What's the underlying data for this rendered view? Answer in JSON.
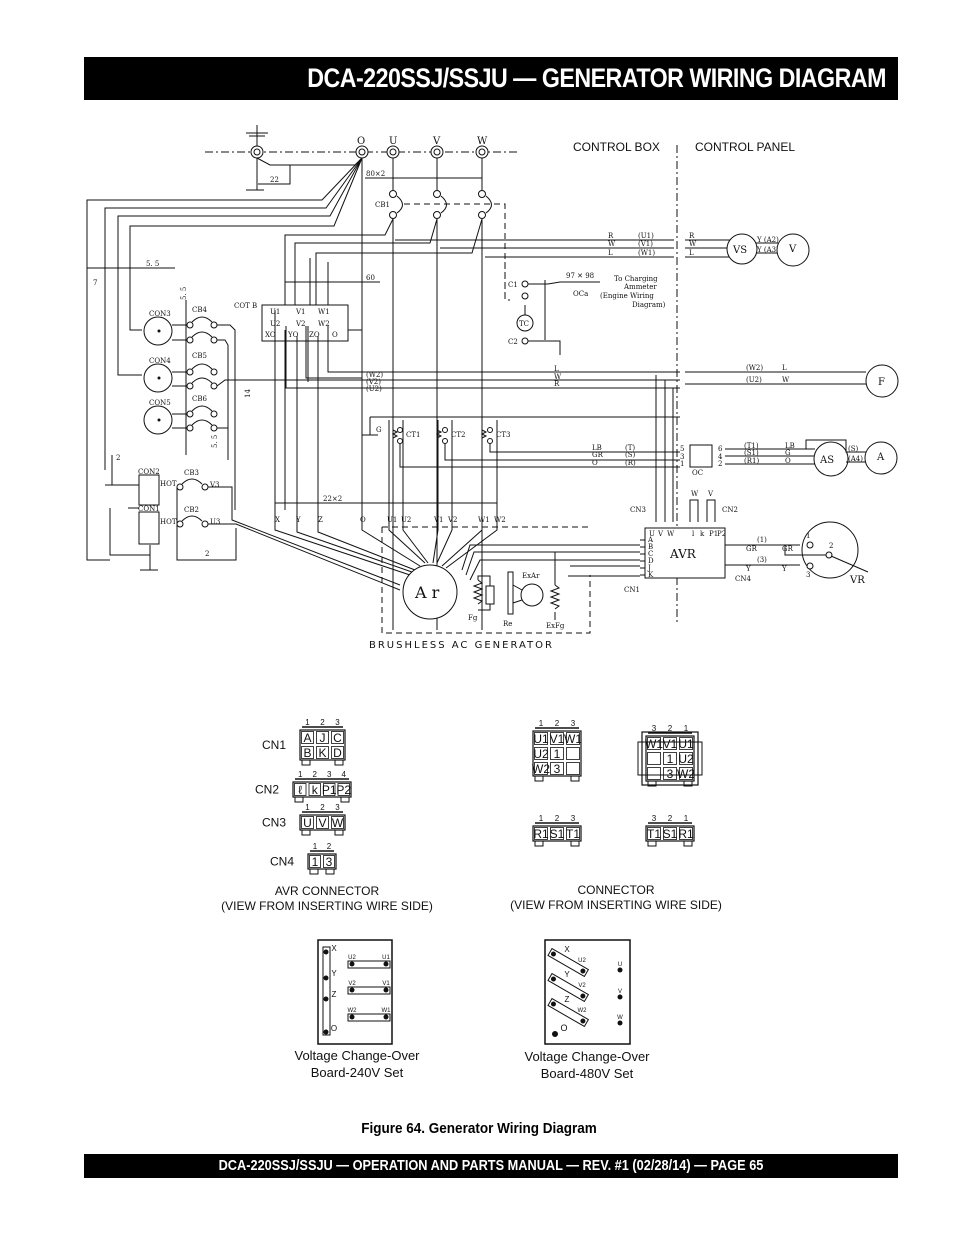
{
  "header": {
    "title": "DCA-220SSJ/SSJU — GENERATOR WIRING DIAGRAM"
  },
  "footer": {
    "text": "DCA-220SSJ/SSJU —  OPERATION AND PARTS MANUAL — REV. #1  (02/28/14) — PAGE 65"
  },
  "caption": "Figure 64. Generator Wiring Diagram",
  "diagram": {
    "control_box": "CONTROL BOX",
    "control_panel": "CONTROL PANEL",
    "term_O": "O",
    "term_U": "U",
    "term_V": "V",
    "term_W": "W",
    "dim_22": "22",
    "dim_80x2": "80×2",
    "dim_55a": "5. 5",
    "dim_55b": "5. 5",
    "dim_55c": "5. 5",
    "dim_7": "7",
    "dim_60": "60",
    "dim_14": "14",
    "dim_22x2": "22×2",
    "dim_2a": "2",
    "dim_2b": "2",
    "cb1": "CB1",
    "cb2": "CB2",
    "cb3": "CB3",
    "cb4": "CB4",
    "cb5": "CB5",
    "cb6": "CB6",
    "con1": "CON1",
    "con2": "CON2",
    "con3": "CON3",
    "con4": "CON4",
    "con5": "CON5",
    "hot1": "HOT",
    "hot2": "HOT",
    "v3": "V3",
    "u3": "U3",
    "cotb": "COT B",
    "cot_u1": "U1",
    "cot_v1": "V1",
    "cot_w1": "W1",
    "cot_u2": "U2",
    "cot_v2": "V2",
    "cot_w2": "W2",
    "cot_x": "XO",
    "cot_y": "YO",
    "cot_z": "ZO",
    "cot_o": "O",
    "c1": "C1",
    "c2": "C2",
    "tc": "TC",
    "oca_num": "97 ✕ 98",
    "oca": "OCa",
    "charging": [
      "To Charging",
      "Ammeter",
      "(Engine Wiring",
      "Diagram)"
    ],
    "top_lines": [
      "R",
      "W",
      "L"
    ],
    "top_codes": [
      "(U1)",
      "(V1)",
      "(W1)"
    ],
    "top_panel": [
      "R",
      "W",
      "L"
    ],
    "vs": "VS",
    "vs_out": [
      "Y (A2)",
      "Y (A3)"
    ],
    "voltmeter": "V",
    "mid_lines": [
      "L",
      "W",
      "R"
    ],
    "mid_codes": [
      "(W2)",
      "(V2)",
      "(U2)"
    ],
    "f_codes": [
      "(W2)",
      "(U2)"
    ],
    "f_panel": [
      "L",
      "W"
    ],
    "freq": "F",
    "ct": [
      "CT1",
      "CT2",
      "CT3"
    ],
    "ct_g": "G",
    "ct_lines": [
      "LB",
      "GR",
      "O"
    ],
    "ct_codes": [
      "(T)",
      "(S)",
      "(R)"
    ],
    "oc": "OC",
    "oc_in": [
      "5",
      "3",
      "1"
    ],
    "oc_out": [
      "6",
      "4",
      "2"
    ],
    "as_codes": [
      "(T1)",
      "(S1)",
      "(R1)"
    ],
    "as_panel": [
      "LB",
      "G",
      "O"
    ],
    "as": "AS",
    "as_out": [
      "(S)",
      "(A4)"
    ],
    "ammeter": "A",
    "gen_leads": [
      "X",
      "Y",
      "Z",
      "O",
      "U1",
      "U2",
      "V1",
      "V2",
      "W1",
      "W2"
    ],
    "avr": "AVR",
    "cn1": "CN1",
    "cn2": "CN2",
    "cn3": "CN3",
    "cn4": "CN4",
    "avr_in": [
      "A",
      "B",
      "C",
      "D",
      "J",
      "K"
    ],
    "avr_top": [
      "U",
      "V",
      "W",
      "l",
      "k",
      "P1",
      "P2"
    ],
    "avr_wv": [
      "W",
      "V"
    ],
    "avr_out": [
      "(1)",
      "(3)"
    ],
    "avr_out_col": [
      "GR",
      "Y"
    ],
    "vr_panel": [
      "GR",
      "Y"
    ],
    "vr": "VR",
    "vr_pins": [
      "1",
      "2",
      "3"
    ],
    "ar": "A r",
    "exar": "ExAr",
    "fg": "Fg",
    "re": "Re",
    "exfg": "ExFg",
    "generator": "BRUSHLESS  AC  GENERATOR"
  },
  "avr_connectors": {
    "title": "AVR CONNECTOR",
    "subtitle": "(VIEW FROM INSERTING WIRE SIDE)",
    "cn1": {
      "label": "CN1",
      "pins": [
        "1",
        "2",
        "3"
      ],
      "rows": [
        [
          "A",
          "J",
          "C"
        ],
        [
          "B",
          "K",
          "D"
        ]
      ]
    },
    "cn2": {
      "label": "CN2",
      "pins": [
        "1",
        "2",
        "3",
        "4"
      ],
      "rows": [
        [
          "ℓ",
          "k",
          "P1",
          "P2"
        ]
      ]
    },
    "cn3": {
      "label": "CN3",
      "pins": [
        "1",
        "2",
        "3"
      ],
      "rows": [
        [
          "U",
          "V",
          "W"
        ]
      ]
    },
    "cn4": {
      "label": "CN4",
      "pins": [
        "1",
        "2"
      ],
      "rows": [
        [
          "1",
          "3"
        ]
      ]
    }
  },
  "connectors": {
    "title": "CONNECTOR",
    "subtitle": "(VIEW FROM INSERTING WIRE SIDE)",
    "a": {
      "pins": [
        "1",
        "2",
        "3"
      ],
      "rows": [
        [
          "U1",
          "V1",
          "W1"
        ],
        [
          "U2",
          "1",
          ""
        ],
        [
          "W2",
          "3",
          ""
        ]
      ]
    },
    "b": {
      "pins": [
        "3",
        "2",
        "1"
      ],
      "rows": [
        [
          "W1",
          "V1",
          "U1"
        ],
        [
          "",
          "1",
          "U2"
        ],
        [
          "",
          "3",
          "W2"
        ]
      ]
    },
    "c": {
      "pins": [
        "1",
        "2",
        "3"
      ],
      "rows": [
        [
          "R1",
          "S1",
          "T1"
        ]
      ]
    },
    "d": {
      "pins": [
        "3",
        "2",
        "1"
      ],
      "rows": [
        [
          "T1",
          "S1",
          "R1"
        ]
      ]
    }
  },
  "boards": {
    "b240": {
      "caption": [
        "Voltage Change-Over",
        "Board-240V Set"
      ],
      "left": [
        "X",
        "Y",
        "Z",
        "O"
      ],
      "pairs": [
        [
          "U2",
          "U1"
        ],
        [
          "V2",
          "V1"
        ],
        [
          "W2",
          "W1"
        ]
      ]
    },
    "b480": {
      "caption": [
        "Voltage Change-Over",
        "Board-480V Set"
      ],
      "left": [
        "X",
        "Y",
        "Z"
      ],
      "mid": [
        "U2",
        "V2",
        "W2"
      ],
      "right": [
        "U",
        "V",
        "W"
      ],
      "o": "O"
    }
  }
}
